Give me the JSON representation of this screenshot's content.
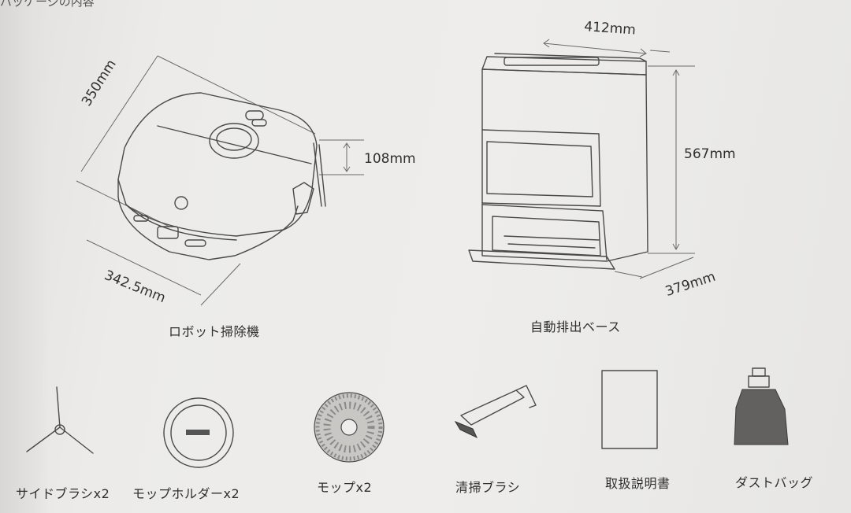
{
  "header": {
    "cut_text": "パッケージの内容"
  },
  "robot": {
    "caption": "ロボット掃除機",
    "dims": {
      "width": "350mm",
      "depth": "342.5mm",
      "height": "108mm"
    }
  },
  "base": {
    "caption": "自動排出ベース",
    "dims": {
      "width": "412mm",
      "height": "567mm",
      "depth": "379mm"
    }
  },
  "accessories": [
    {
      "label": "サイドブラシx2"
    },
    {
      "label": "モップホルダーx2"
    },
    {
      "label": "モップx2"
    },
    {
      "label": "清掃ブラシ"
    },
    {
      "label": "取扱説明書"
    },
    {
      "label": "ダストバッグ"
    }
  ]
}
